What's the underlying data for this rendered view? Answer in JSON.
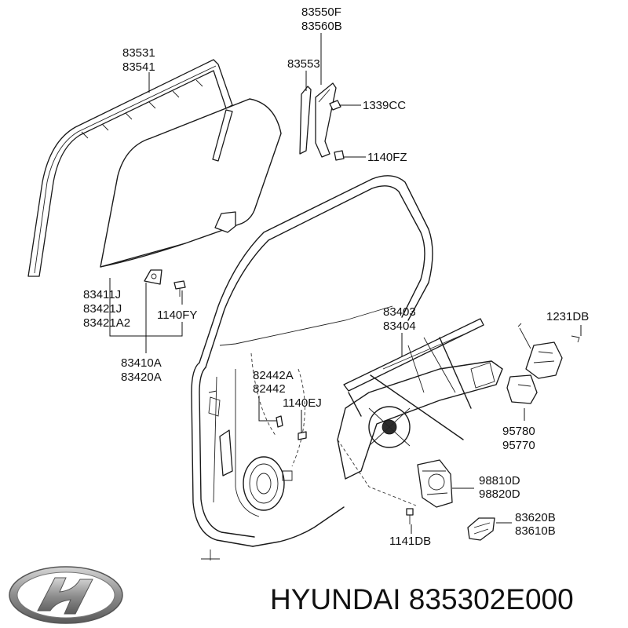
{
  "labels": {
    "p83550F": "83550F",
    "p83560B": "83560B",
    "p83531": "83531",
    "p83541": "83541",
    "p83553": "83553",
    "p1339CC": "1339CC",
    "p1140FZ": "1140FZ",
    "p83411J": "83411J",
    "p83421J": "83421J",
    "p83421A2": "83421A2",
    "p1140FY": "1140FY",
    "p83410A": "83410A",
    "p83420A": "83420A",
    "p83403": "83403",
    "p83404": "83404",
    "p1231DB": "1231DB",
    "p82442A": "82442A",
    "p82442": "82442",
    "p1140EJ": "1140EJ",
    "p95780": "95780",
    "p95770": "95770",
    "p98810D": "98810D",
    "p98820D": "98820D",
    "p83620B": "83620B",
    "p83610B": "83610B",
    "p1141DB": "1141DB"
  },
  "footer": {
    "part_text": "HYUNDAI 835302E000"
  },
  "brand_logo": "hyundai-logo-icon"
}
